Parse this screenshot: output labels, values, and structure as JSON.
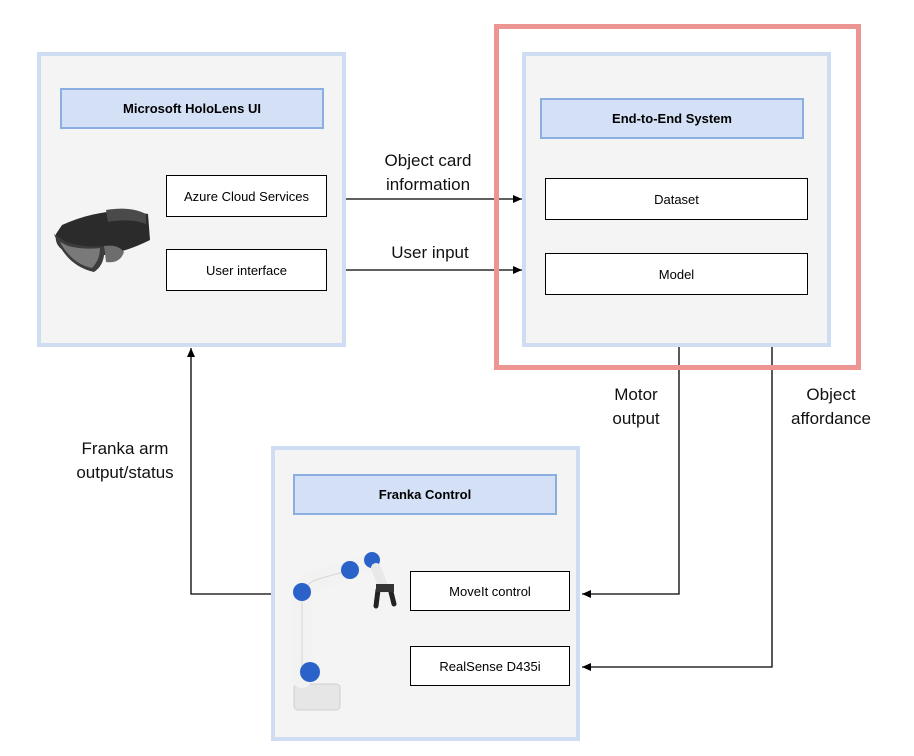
{
  "hololens": {
    "title": "Microsoft HoloLens UI",
    "azure": "Azure Cloud Services",
    "ui": "User interface"
  },
  "system": {
    "title": "End-to-End System",
    "dataset": "Dataset",
    "model": "Model"
  },
  "franka": {
    "title": "Franka Control",
    "moveit": "MoveIt control",
    "realsense": "RealSense D435i"
  },
  "edges": {
    "object_card": [
      "Object card",
      "information"
    ],
    "user_input": "User input",
    "motor_output": [
      "Motor",
      "output"
    ],
    "object_affordance": [
      "Object",
      "affordance"
    ],
    "franka_arm": [
      "Franka arm",
      "output/status"
    ]
  },
  "colors": {
    "panel_border": "#cfddf2",
    "header_fill": "#d3e0f6",
    "header_border": "#8aaee0",
    "highlight_border": "#ec9592"
  }
}
